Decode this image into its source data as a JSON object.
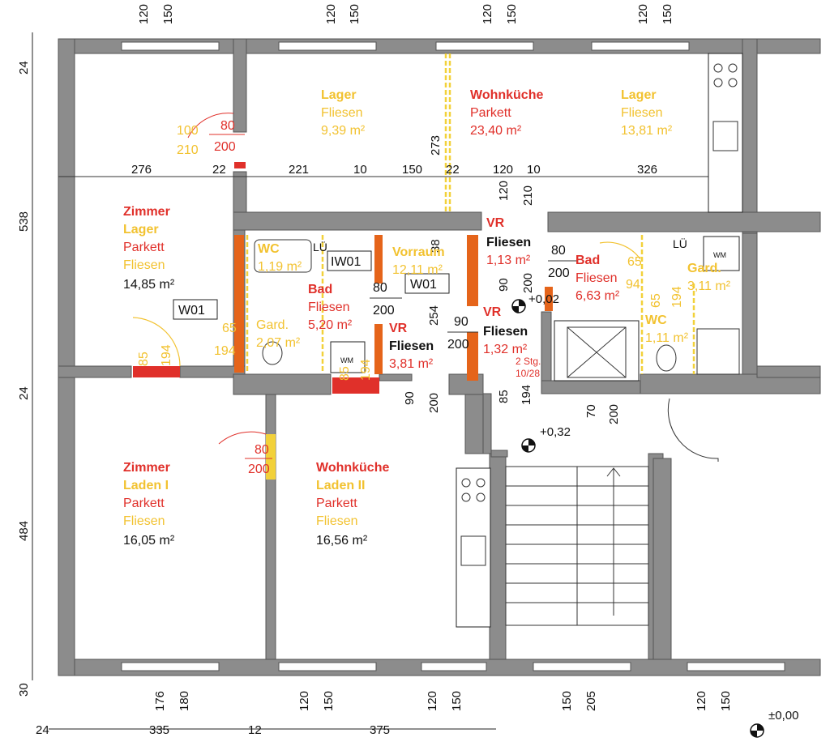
{
  "dims_top": {
    "a1": "120",
    "a2": "150",
    "b1": "120",
    "b2": "150",
    "c1": "120",
    "c2": "150",
    "d1": "120",
    "d2": "150"
  },
  "dims_bottom": {
    "a1": "176",
    "a2": "180",
    "b1": "120",
    "b2": "150",
    "c1": "120",
    "c2": "150",
    "d1": "150",
    "d2": "205",
    "e1": "120",
    "e2": "150"
  },
  "dims_left": {
    "d24a": "24",
    "d538": "538",
    "d24b": "24",
    "d484": "484",
    "d30": "30"
  },
  "dims_bottom_row": {
    "d24": "24",
    "d335": "335",
    "d12": "12",
    "d375": "375"
  },
  "dims_mid_row": {
    "d276": "276",
    "d22a": "22",
    "d221": "221",
    "d10a": "10",
    "d150": "150",
    "d22b": "22",
    "d120": "120",
    "d10b": "10",
    "d326": "326"
  },
  "level_zero": "±0,00",
  "level_032": "+0,32",
  "level_002": "+0,02",
  "rooms": {
    "lager1": {
      "name": "Lager",
      "floor": "Fliesen",
      "area": "9,39 m²"
    },
    "wohnkueche1": {
      "name": "Wohnküche",
      "floor": "Parkett",
      "area": "23,40 m²"
    },
    "lager2": {
      "name": "Lager",
      "floor": "Fliesen",
      "area": "13,81 m²"
    },
    "zimmer1": {
      "name1": "Zimmer",
      "name2": "Lager",
      "floor1": "Parkett",
      "floor2": "Fliesen",
      "area": "14,85 m²"
    },
    "wc1": {
      "name": "WC",
      "area": "1,19 m²"
    },
    "bad1": {
      "name": "Bad",
      "floor": "Fliesen",
      "area": "5,20 m²"
    },
    "gard1": {
      "name": "Gard.",
      "area": "2,07 m²"
    },
    "vorraum": {
      "name": "Vorraum",
      "area": "12,11 m²"
    },
    "vr1": {
      "name": "VR",
      "floor": "Fliesen",
      "area": "3,81 m²"
    },
    "vr2": {
      "name": "VR",
      "floor": "Fliesen",
      "area": "1,13 m²"
    },
    "vr3": {
      "name": "VR",
      "floor": "Fliesen",
      "area": "1,32 m²"
    },
    "bad2": {
      "name": "Bad",
      "floor": "Fliesen",
      "area": "6,63 m²"
    },
    "gard2": {
      "name": "Gard.",
      "area": "3,11 m²"
    },
    "wc2": {
      "name": "WC",
      "area": "1,11 m²"
    },
    "zimmer2": {
      "name1": "Zimmer",
      "name2": "Laden I",
      "floor1": "Parkett",
      "floor2": "Fliesen",
      "area": "16,05 m²"
    },
    "wohnkueche2": {
      "name1": "Wohnküche",
      "name2": "Laden II",
      "floor1": "Parkett",
      "floor2": "Fliesen",
      "area": "16,56 m²"
    }
  },
  "labels": {
    "w01a": "W01",
    "iw01": "IW01",
    "w01b": "W01",
    "lue1": "LÜ",
    "lue2": "LÜ",
    "wm1": "WM",
    "wm2": "WM",
    "stg": "2 Stg.",
    "stg2": "10/28"
  },
  "door_marks": {
    "d100": "100",
    "d210": "210",
    "d80a": "80",
    "d200a": "200",
    "d273": "273",
    "d120v": "120",
    "d210v": "210",
    "d38": "38",
    "d80b": "80",
    "d200b": "200",
    "d80c": "80",
    "d200c": "200",
    "d90a": "90",
    "d200d": "200",
    "d90b": "90",
    "d200e": "200",
    "d254": "254",
    "d90c": "90",
    "d200f": "200",
    "d85a": "85",
    "d194a": "194",
    "d65a": "65",
    "d194b": "194",
    "d85b": "85",
    "d194c": "194",
    "d65b": "65",
    "d94": "94",
    "d65c": "65",
    "d194d": "194",
    "d85c": "85",
    "d194e": "194",
    "d70": "70",
    "d200g": "200",
    "d80d": "80",
    "d200h": "200"
  },
  "colors": {
    "wall": "#8c8c8c",
    "red_text": "#e0302a",
    "yellow_text": "#f2c230",
    "orange_block": "#e5641a"
  }
}
